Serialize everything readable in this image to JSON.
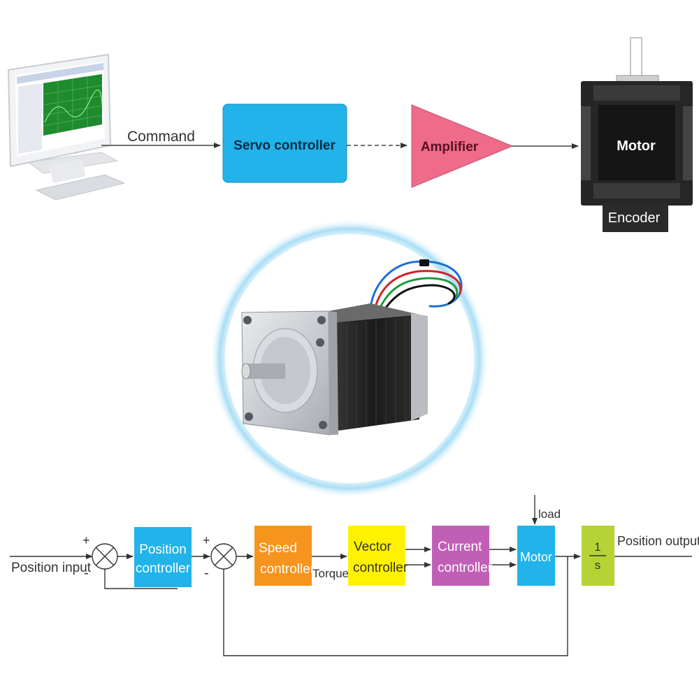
{
  "top_diagram": {
    "command_label": "Command",
    "servo_controller_label": "Servo controller",
    "amplifier_label": "Amplifier",
    "motor_label": "Motor",
    "encoder_label": "Encoder"
  },
  "block_diagram": {
    "position_input": "Position input",
    "sum1_plus": "+",
    "sum1_minus": "-",
    "position_controller_line1": "Position",
    "position_controller_line2": "controller",
    "sum2_plus": "+",
    "sum2_minus": "-",
    "speed_controller_line1": "Speed",
    "speed_controller_line2": "controller",
    "torque_label": "Torque",
    "vector_controller_line1": "Vector",
    "vector_controller_line2": "controller",
    "current_controller_line1": "Current",
    "current_controller_line2": "controller",
    "motor_label": "Motor",
    "load_label": "load",
    "integrator_num": "1",
    "integrator_den": "s",
    "position_output": "Position output"
  },
  "colors": {
    "servo_controller": "#21b3e9",
    "amplifier": "#ee6b8a",
    "position_controller": "#21b3e9",
    "speed_controller": "#f7941e",
    "vector_controller": "#fff200",
    "current_controller": "#c15fb6",
    "motor_block": "#21b3e9",
    "integrator": "#b5d334",
    "glow": "#7fd0f3"
  }
}
